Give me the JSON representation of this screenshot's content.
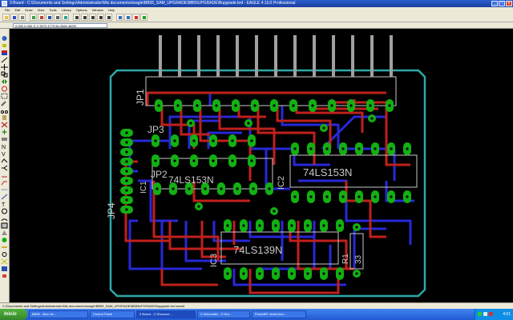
{
  "window": {
    "title": "3 Board - C:\\Documents and Settings\\Administrador\\Mis documentos\\eagle\\BB55_SAM_UPGRADE\\BB55UPGRADE\\Bupgrade.brd - EAGLE 4.11r2 Professional",
    "controls": [
      "_",
      "□",
      "x"
    ]
  },
  "menu": [
    "File",
    "Edit",
    "Draw",
    "View",
    "Tools",
    "Library",
    "Options",
    "Window",
    "Help"
  ],
  "coordinates": "0.050 0.050 (1.2.3573 4773.5b.2068 4625)",
  "status": "C:\\Documents and Settings\\Administrador\\Mis documentos\\eagle\\BB55_SAM_UPGRADE\\BB55UPGRADE\\Bupgrade.brd saved",
  "board": {
    "labels": {
      "jp1": "JP1",
      "jp3": "JP3",
      "jp2": "JP2",
      "jp4": "JP4",
      "ic1": "IC1",
      "ic1_value": "74LS153N",
      "ic2": "IC2",
      "ic2_value": "74LS153N",
      "ic3": "IC3",
      "ic3_value": "74LS139N",
      "r1": "R1",
      "r1_value": "33"
    },
    "colors": {
      "outline": "#2fa8a8",
      "top_trace": "#c0201c",
      "bottom_trace": "#2828d8",
      "pad": "#12b012",
      "silkscreen": "#c8c8c8"
    }
  },
  "taskbar": {
    "start": "Inicio",
    "tasks": [
      "BB55 - Bloc de...",
      "Control Panel",
      "3 Board - C:\\Docume...",
      "2 Schematic - C:\\Do...",
      "PhotoBR: sheet bbo..."
    ],
    "active_index": 2,
    "clock": "4:01"
  },
  "icons": {
    "app": "eagle-icon",
    "tray": [
      "network-icon",
      "volume-icon",
      "antivirus-icon"
    ]
  }
}
